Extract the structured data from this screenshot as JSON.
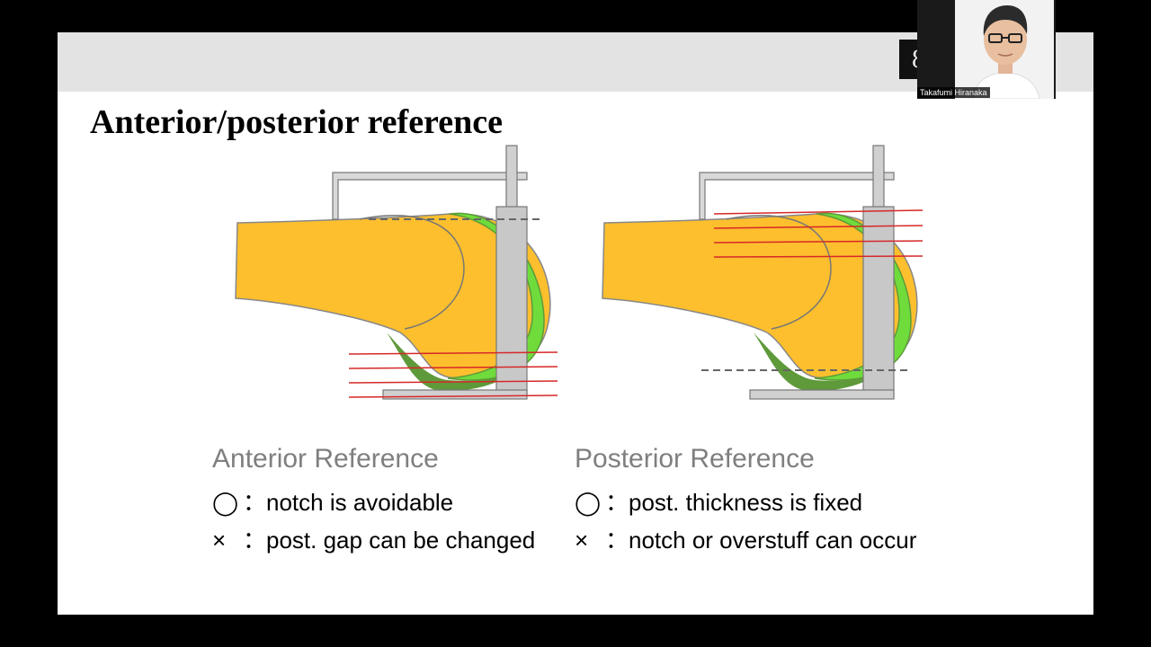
{
  "slide": {
    "title": "Anterior/posterior reference",
    "page_number": "8",
    "anterior": {
      "heading": "Anterior Reference",
      "pro_symbol": "◯",
      "pro_text": "：notch is avoidable",
      "con_symbol": "×",
      "con_text": "：post. gap can be changed"
    },
    "posterior": {
      "heading": "Posterior Reference",
      "pro_symbol": "◯",
      "pro_text": "：post. thickness is fixed",
      "con_symbol": "×",
      "con_text": "：notch or overstuff can occur"
    }
  },
  "participant": {
    "name": "Takafumi Hiranaka"
  },
  "colors": {
    "bone": "#fdbf2d",
    "cartilage": "#6fdc3c",
    "cartilage_dark": "#5e9a3a",
    "jig": "#c8c8c8",
    "cut_line": "#d62828",
    "ref_line": "#666666"
  }
}
